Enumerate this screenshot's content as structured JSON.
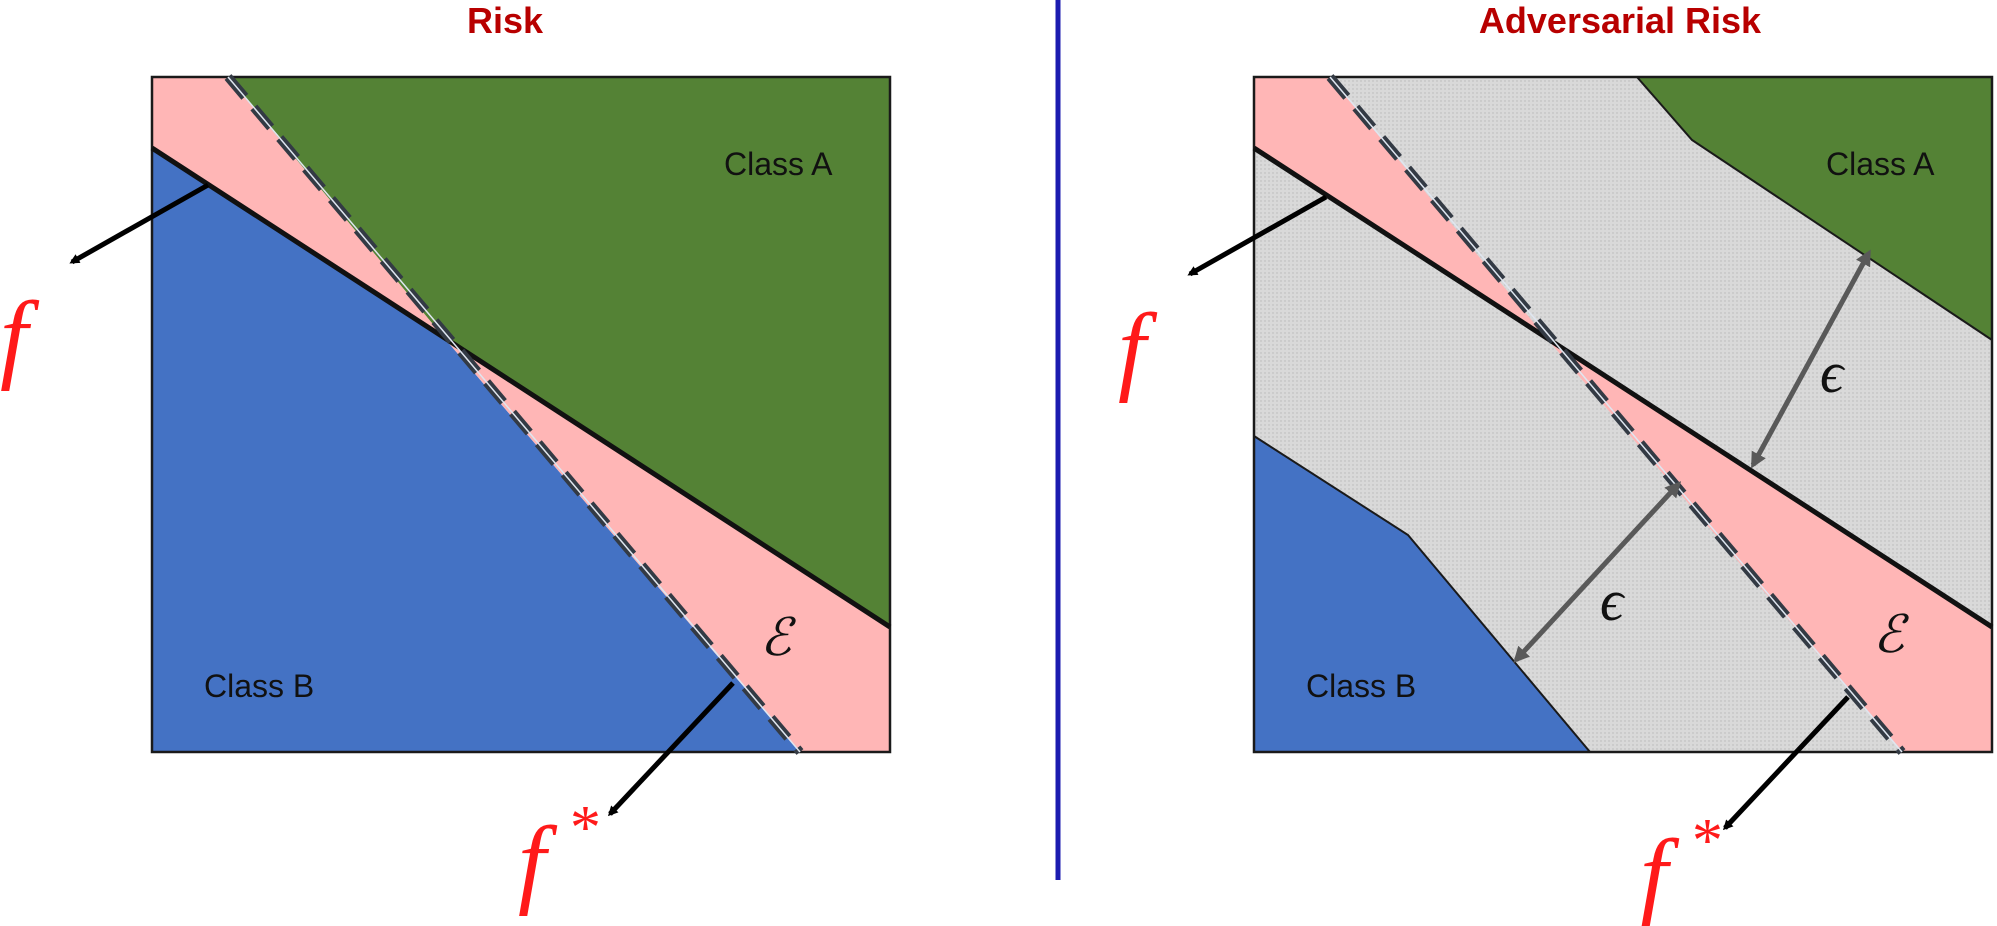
{
  "titles": {
    "left": "Risk",
    "right": "Adversarial Risk"
  },
  "labels": {
    "class_a": "Class A",
    "class_b": "Class B",
    "classifier": "f",
    "optimal_classifier": "f",
    "optimal_star": "*",
    "error_region": "ℰ",
    "perturbation": "ϵ"
  },
  "colors": {
    "title": "#b80000",
    "class_a_region": "#548235",
    "class_b_region": "#4472c4",
    "error_region": "#ffb6b6",
    "adversarial_region": "#d9d9d9",
    "classifier_label": "#ff1a1a",
    "divider": "#1c1cb0",
    "epsilon_arrow": "#595959"
  },
  "icons": {
    "classifier_pointer": "arrow-icon",
    "perturbation_marker": "double-arrow-icon"
  }
}
